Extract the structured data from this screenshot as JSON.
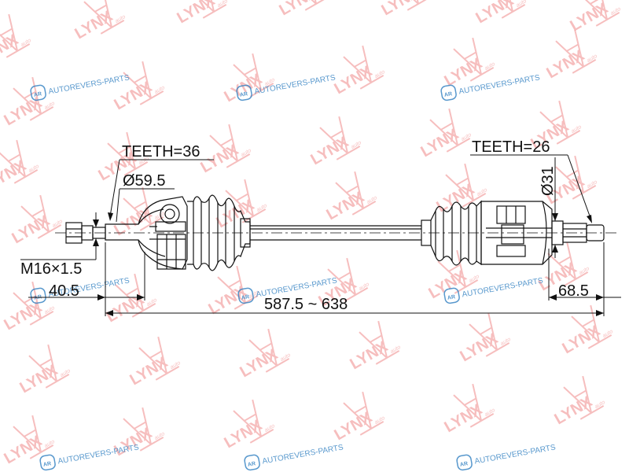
{
  "watermarks": {
    "brand_mark": "LYNX",
    "brand_tag": "auto",
    "site_mark": "AUTOREVERS-PARTS",
    "site_badge": "AR",
    "color_brand": "#f08a8a",
    "color_site": "#2f7fc1"
  },
  "labels": {
    "teeth_left": "TEETH=36",
    "teeth_right": "TEETH=26",
    "diameter_left": "Ø59.5",
    "diameter_right": "Ø31",
    "thread": "M16×1.5",
    "len_left": "40.5",
    "len_total": "587.5 ~ 638",
    "len_right": "68.5"
  }
}
